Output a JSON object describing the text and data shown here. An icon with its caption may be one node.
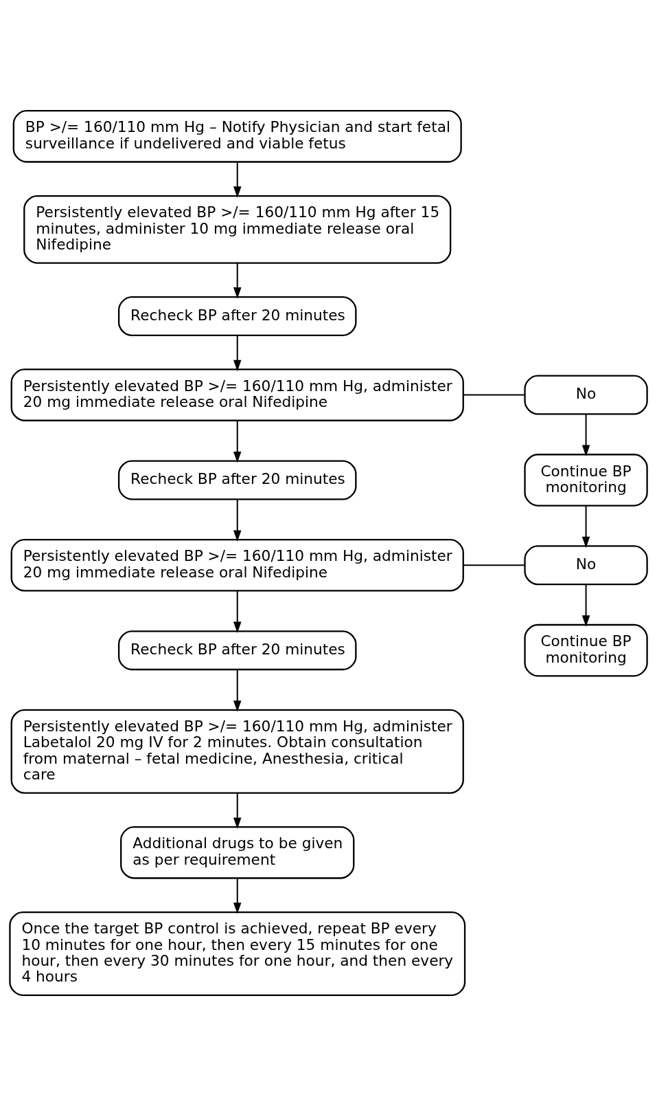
{
  "diagram": {
    "nodes": [
      {
        "text": [
          "BP >/= 160/110 mm Hg – Notify Physician and start fetal surveillance if undelivered and viable fetus"
        ]
      },
      {
        "text": [
          "Persistently elevated BP >/= 160/110 mm Hg after 15 minutes, administer 10 mg immediate release oral Nifedipine"
        ]
      },
      {
        "text": [
          "Recheck BP after 20 minutes"
        ]
      },
      {
        "text": [
          "Persistently elevated BP >/= 160/110 mm Hg, administer 20 mg immediate release oral Nifedipine"
        ]
      },
      {
        "text": [
          "No"
        ]
      },
      {
        "text": [
          "Recheck BP after 20 minutes"
        ]
      },
      {
        "text": [
          "Continue BP monitoring"
        ]
      },
      {
        "text": [
          "Persistently elevated BP >/= 160/110 mm Hg, administer 20 mg immediate release oral Nifedipine"
        ]
      },
      {
        "text": [
          "No"
        ]
      },
      {
        "text": [
          "Recheck BP after 20 minutes"
        ]
      },
      {
        "text": [
          "Continue BP monitoring"
        ]
      },
      {
        "text": [
          "Persistently elevated BP >/= 160/110 mm Hg, administer Labetalol 20 mg IV for 2 minutes. Obtain consultation from maternal – fetal medicine, Anesthesia, critical care"
        ]
      },
      {
        "text": [
          "Additional drugs to be given as per requirement"
        ]
      },
      {
        "text": [
          "Once the target BP control is achieved, repeat BP every 10 minutes for one hour, then every 15 minutes for one hour, then every 30 minutes for one hour, and then every 4 hours"
        ]
      }
    ],
    "edges": [
      {
        "from": 0,
        "to": 1,
        "arrow": "to"
      },
      {
        "from": 1,
        "to": 2,
        "arrow": "to"
      },
      {
        "from": 2,
        "to": 3,
        "arrow": "to"
      },
      {
        "from": 3,
        "to": 4,
        "arrow": "none"
      },
      {
        "from": 4,
        "to": 6,
        "arrow": "to"
      },
      {
        "from": 3,
        "to": 5,
        "arrow": "to"
      },
      {
        "from": 5,
        "to": 7,
        "arrow": "to"
      },
      {
        "from": 6,
        "to": 8,
        "arrow": "to"
      },
      {
        "from": 7,
        "to": 8,
        "arrow": "none"
      },
      {
        "from": 8,
        "to": 10,
        "arrow": "to"
      },
      {
        "from": 7,
        "to": 9,
        "arrow": "to"
      },
      {
        "from": 9,
        "to": 11,
        "arrow": "to"
      },
      {
        "from": 11,
        "to": 12,
        "arrow": "to"
      },
      {
        "from": 12,
        "to": 13,
        "arrow": "to"
      }
    ]
  }
}
